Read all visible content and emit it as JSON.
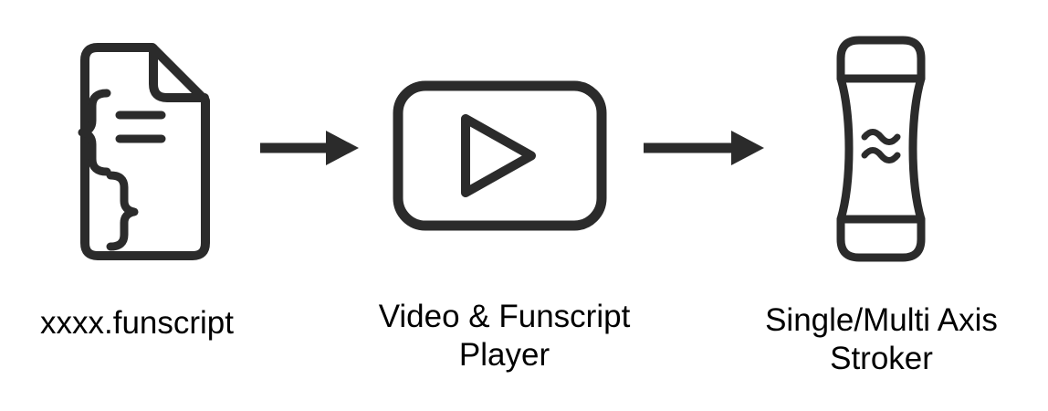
{
  "diagram": {
    "nodes": [
      {
        "id": "funscript-file",
        "icon": "funscript-file-icon",
        "label": "xxxx.funscript"
      },
      {
        "id": "video-player",
        "icon": "video-player-icon",
        "label": "Video & Funscript Player"
      },
      {
        "id": "stroker",
        "icon": "stroker-device-icon",
        "label": "Single/Multi Axis Stroker"
      }
    ],
    "connectors": [
      {
        "from": "funscript-file",
        "to": "video-player",
        "icon": "arrow-right-icon"
      },
      {
        "from": "video-player",
        "to": "stroker",
        "icon": "arrow-right-icon"
      }
    ],
    "colors": {
      "stroke": "#2b2b2b",
      "text": "#000000",
      "background": "#ffffff"
    }
  }
}
